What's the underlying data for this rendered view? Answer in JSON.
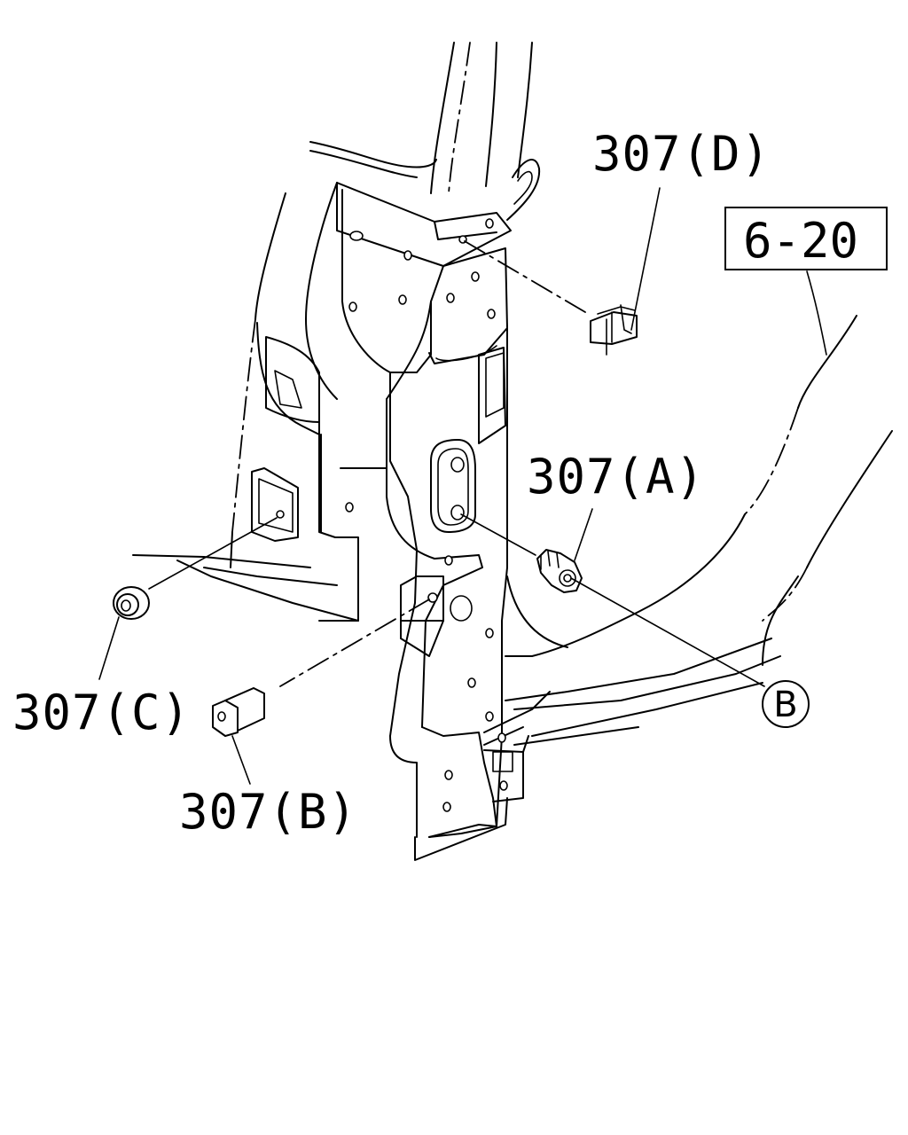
{
  "callouts": {
    "d": "307(D)",
    "a": "307(A)",
    "c": "307(C)",
    "b": "307(B)"
  },
  "reference_box": "6-20",
  "circle_marker": "B"
}
